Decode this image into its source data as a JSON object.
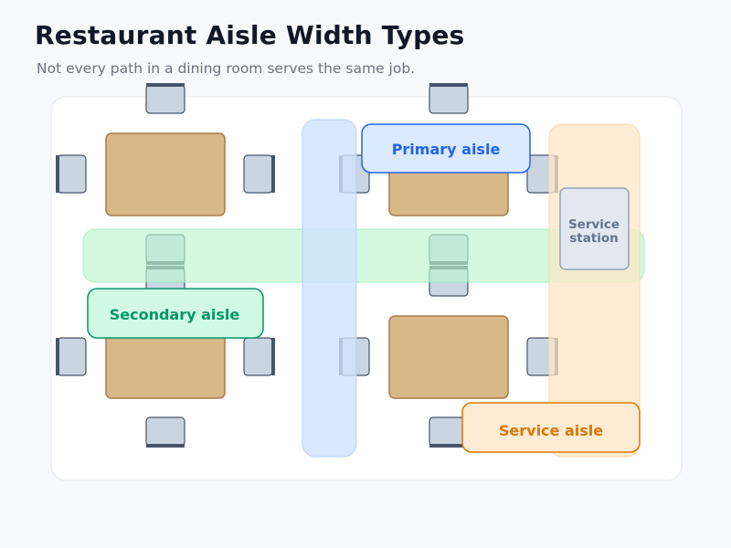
{
  "header": {
    "title": "Restaurant Aisle Width Types",
    "subtitle": "Not every path in a dining room serves the same job."
  },
  "aisles": {
    "primary": {
      "label": "Primary aisle",
      "color": "#2563eb"
    },
    "secondary": {
      "label": "Secondary aisle",
      "color": "#059669"
    },
    "service": {
      "label": "Service aisle",
      "color": "#d97706"
    }
  },
  "station": {
    "label_line1": "Service",
    "label_line2": "station"
  },
  "colors": {
    "table": "#d8b887",
    "table_border": "#a57a4a",
    "chair": "#cbd5e1",
    "chair_back": "#475569"
  }
}
